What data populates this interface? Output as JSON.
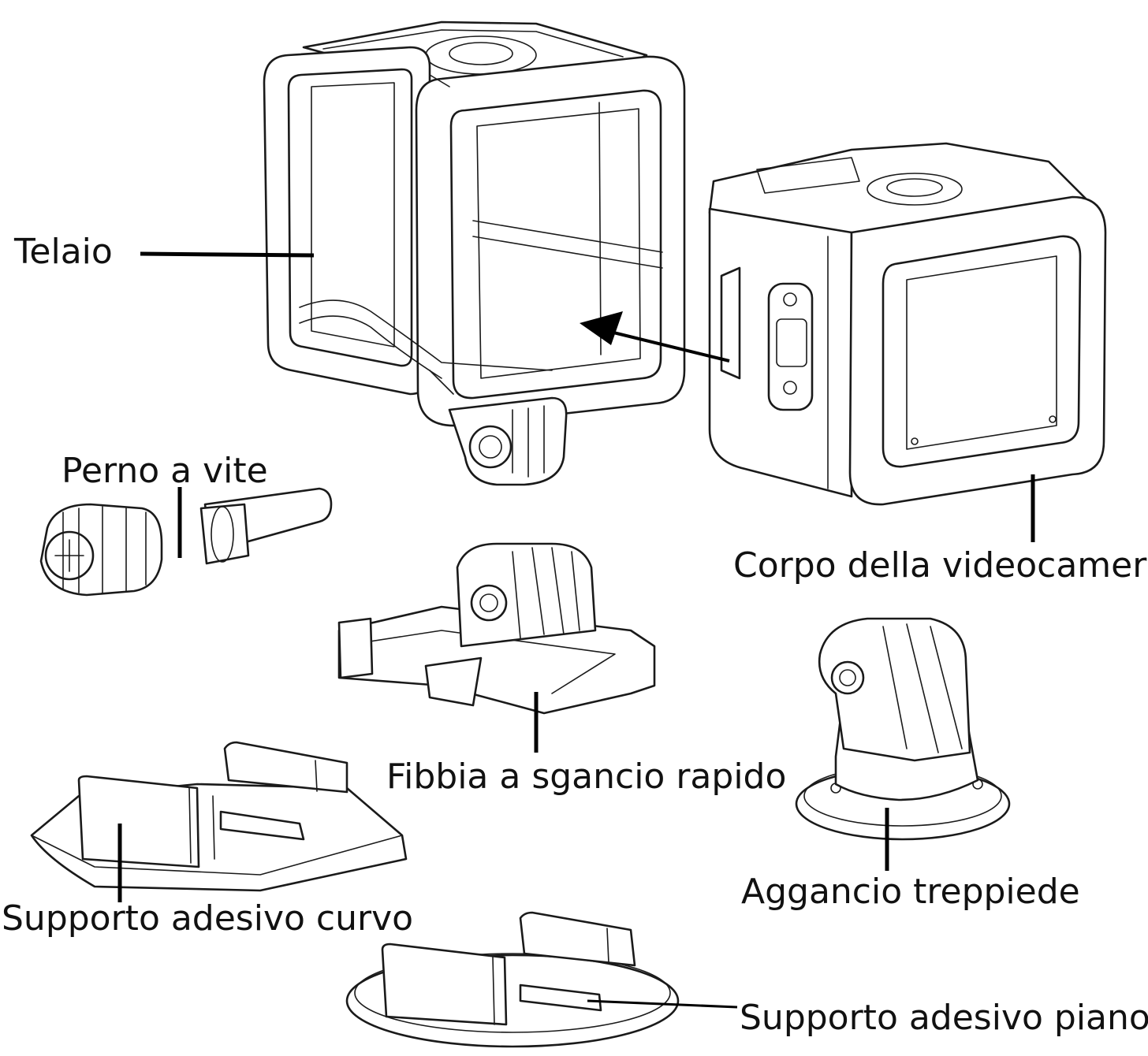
{
  "labels": {
    "frame": "Telaio",
    "camera_body": "Corpo della videocamera",
    "thumb_screw": "Perno a vite",
    "quick_release_buckle": "Fibbia a sgancio rapido",
    "tripod_mount": "Aggancio treppiede",
    "curved_adhesive_mount": "Supporto adesivo curvo",
    "flat_adhesive_mount": "Supporto adesivo piano"
  },
  "colors": {
    "line": "#1a1a1a",
    "leader": "#000000",
    "text": "#111111",
    "background": "#ffffff"
  }
}
